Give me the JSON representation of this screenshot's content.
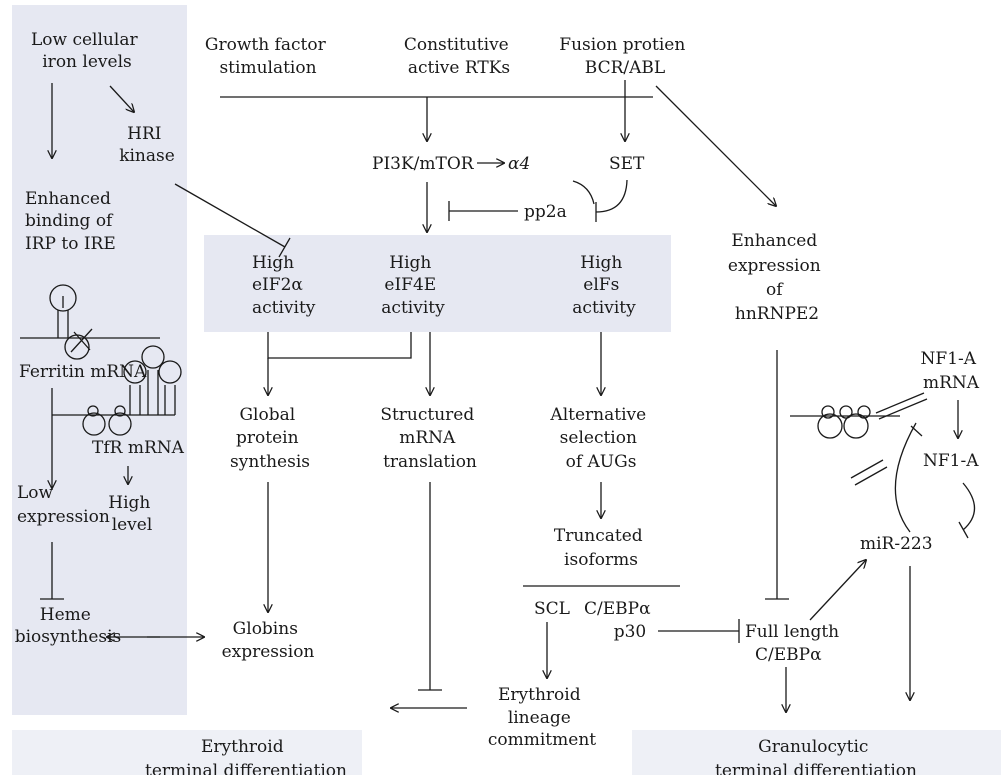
{
  "colors": {
    "panel": "#e6e8f2",
    "line": "#1a1a1a",
    "background": "#ffffff"
  },
  "iron_panel": {
    "low_iron": [
      "Low cellular",
      "iron levels"
    ],
    "hri_kinase": [
      "HRI",
      "kinase"
    ],
    "enhanced_binding": [
      "Enhanced",
      "binding of",
      "IRP to IRE"
    ],
    "ferritin_mrna": "Ferritin mRNA",
    "tfr_mrna": "TfR mRNA",
    "low_expression": "Low expression",
    "high_level": [
      "High",
      "level"
    ],
    "heme": [
      "Heme",
      "biosynthesis"
    ]
  },
  "inputs": {
    "growth_factor": [
      "Growth  factor",
      "stimulation"
    ],
    "rtks": [
      "Constitutive",
      "active RTKs"
    ],
    "fusion": [
      "Fusion protien",
      "BCR/ABL"
    ]
  },
  "signaling": {
    "pi3k": "PI3K/mTOR",
    "alpha4": "α4",
    "set": "SET",
    "pp2a": "pp2a"
  },
  "activity_box": {
    "eif2a": [
      "High",
      "eIF2α",
      "activity"
    ],
    "eif4e": [
      "High",
      "eIF4E",
      "activity"
    ],
    "elfs": [
      "High",
      "elFs",
      "activity"
    ]
  },
  "hnrnpe2": [
    "Enhanced",
    "expression",
    "of",
    "hnRNPE2"
  ],
  "outcomes": {
    "global_protein": [
      "Global",
      "protein",
      "synthesis"
    ],
    "structured_mrna": [
      "Structured",
      "mRNA",
      "translation"
    ],
    "alternative_augs": [
      "Alternative",
      "selection",
      "of AUGs"
    ],
    "truncated": [
      "Truncated",
      "isoforms"
    ],
    "scl": "SCL",
    "cebpa_p30": [
      "C/EBPα",
      "p30"
    ],
    "full_length": [
      "Full length",
      "C/EBPα"
    ],
    "erythroid_lineage": [
      "Erythroid",
      "lineage",
      "commitment"
    ],
    "globins": [
      "Globins",
      "expression"
    ]
  },
  "nf1a": {
    "mrna": [
      "NF1-A",
      "mRNA"
    ],
    "protein": "NF1-A",
    "mir223": "miR-223"
  },
  "terminal": {
    "erythroid": [
      "Erythroid",
      "terminal differentiation"
    ],
    "granulocytic": [
      "Granulocytic",
      "terminal differentiation"
    ]
  }
}
